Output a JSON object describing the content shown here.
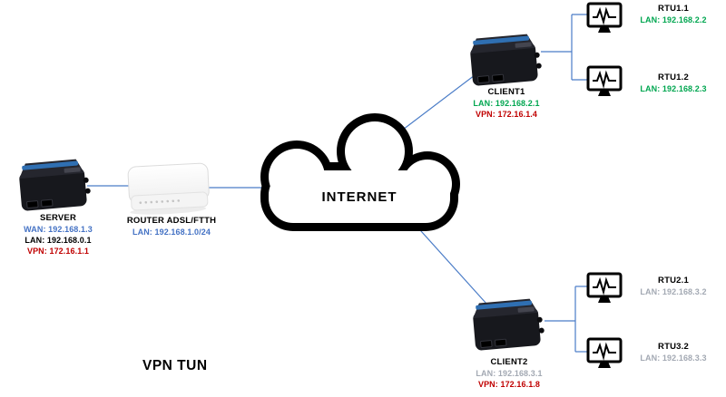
{
  "diagram": {
    "type_label": "VPN TUN",
    "internet": {
      "label": "INTERNET"
    },
    "colors": {
      "line": "#4a7cc7",
      "wan_blue": "#4472C4",
      "lan_green": "#00A650",
      "vpn_red": "#C00000",
      "lan_gray": "#A3A9B3",
      "text_black": "#000000"
    },
    "nodes": {
      "server": {
        "title": "SERVER",
        "wan": "WAN: 192.168.1.3",
        "lan": "LAN: 192.168.0.1",
        "vpn": "VPN: 172.16.1.1"
      },
      "adsl_router": {
        "title": "ROUTER ADSL/FTTH",
        "lan": "LAN: 192.168.1.0/24"
      },
      "client1": {
        "title": "CLIENT1",
        "lan": "LAN: 192.168.2.1",
        "vpn": "VPN: 172.16.1.4"
      },
      "client2": {
        "title": "CLIENT2",
        "lan": "LAN: 192.168.3.1",
        "vpn": "VPN: 172.16.1.8"
      },
      "rtu1_1": {
        "title": "RTU1.1",
        "lan": "LAN: 192.168.2.2"
      },
      "rtu1_2": {
        "title": "RTU1.2",
        "lan": "LAN: 192.168.2.3"
      },
      "rtu2_1": {
        "title": "RTU2.1",
        "lan": "LAN: 192.168.3.2"
      },
      "rtu3_2": {
        "title": "RTU3.2",
        "lan": "LAN: 192.168.3.3"
      }
    }
  }
}
